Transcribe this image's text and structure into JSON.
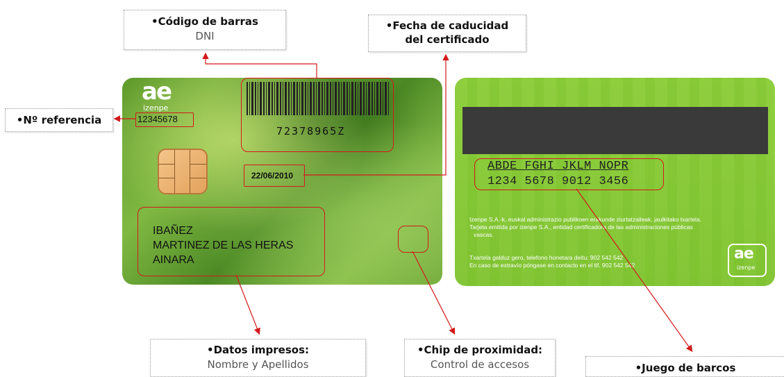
{
  "callouts": {
    "barcode": {
      "title": "•Código de barras",
      "sub": "DNI"
    },
    "expiry": {
      "title1": "•Fecha de caducidad",
      "title2": "del certificado"
    },
    "reference": {
      "title": "•Nº referencia"
    },
    "printed": {
      "title": "•Datos impresos:",
      "sub": "Nombre y Apellidos"
    },
    "proximity": {
      "title": "•Chip de proximidad:",
      "sub": "Control de accesos"
    },
    "barcos": {
      "title": "•Juego de barcos"
    }
  },
  "front": {
    "logo_mark": "ae",
    "logo_text": "izenpe",
    "reference_number": "12345678",
    "barcode_number": "72378965Z",
    "expiry_date": "22/06/2010",
    "name_lines": [
      "IBAÑEZ",
      "MARTINEZ DE LAS HERAS",
      "AINARA"
    ]
  },
  "back": {
    "mrz_line1": "ABDE FGHI JKLM NOPR",
    "mrz_line2": "1234 5678 9012 3456",
    "info_lines": [
      "Izenpe S.A.-k, euskal administrazio publikoen erakunde ziurtatzaileak, jaulkitako txartela.",
      "Tarjeta emitida por izenpe S.A., entidad certificadora de las administraciones públicas",
      "vascas."
    ],
    "contact_lines": [
      "Txartela galduz gero, telefono honetara deitu: 902 542 542",
      "En caso de extravío póngase en contacto en el tlf. 902 542 542"
    ],
    "logo_mark": "ae",
    "logo_text": "izenpe"
  },
  "colors": {
    "accent": "#d21a1a",
    "card_green": "#84c637"
  }
}
